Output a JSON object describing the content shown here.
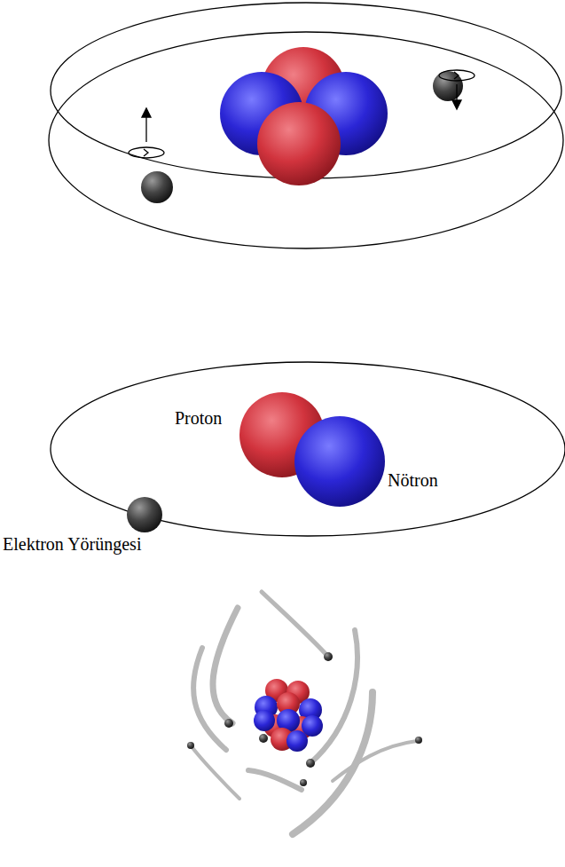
{
  "diagram": {
    "labels": [
      "Proton",
      "Nötron",
      "Elektron Yörüngesi"
    ]
  }
}
